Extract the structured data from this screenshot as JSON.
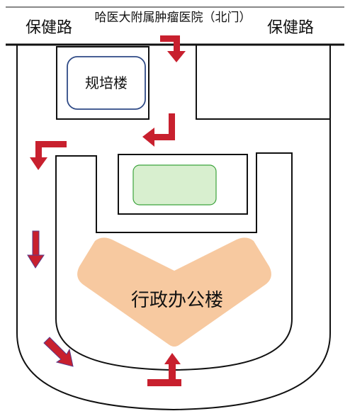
{
  "map": {
    "labels": {
      "road_left": "保健路",
      "road_right": "保健路",
      "hospital_gate": "哈医大附属肿瘤医院（北门）",
      "building_training": "规培楼",
      "building_admin": "行政办公楼"
    },
    "colors": {
      "background": "#ffffff",
      "outline": "#111111",
      "route_arrow": "#c8202e",
      "route_arrow_edge": "#5a3a8a",
      "admin_building_fill": "#f7c9a0",
      "green_building_fill": "#d8efcf",
      "green_building_stroke": "#3ca33c",
      "training_building_stroke": "#2f4a86"
    }
  }
}
